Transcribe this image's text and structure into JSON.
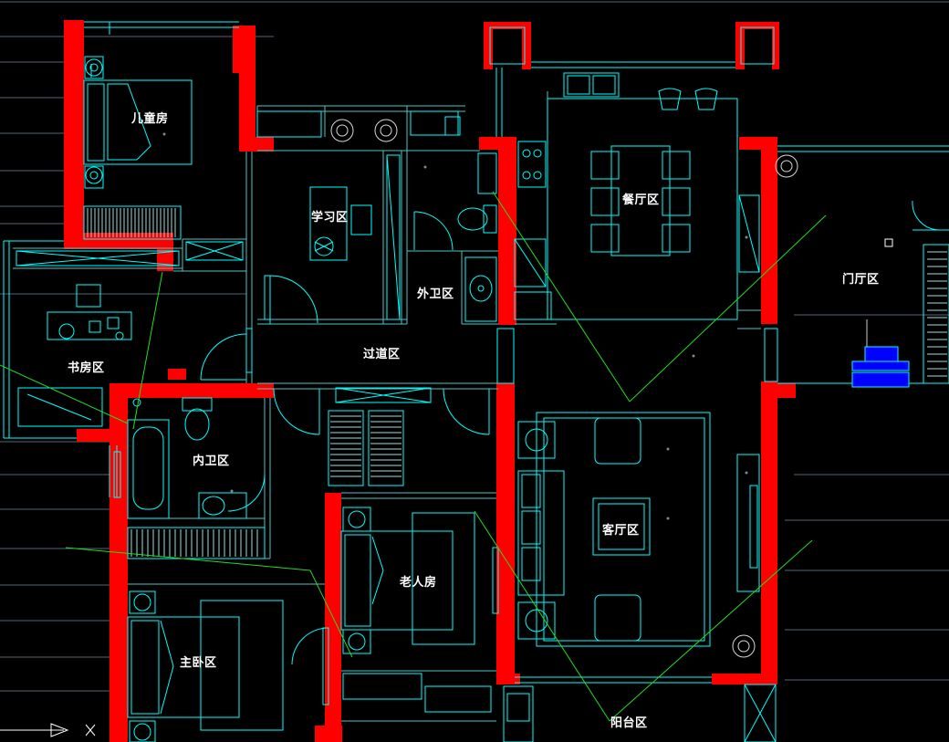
{
  "colors": {
    "background": "#000000",
    "wall": "#ff0000",
    "cyan": "#00ffff",
    "teal": "#5fd0d0",
    "grid": "#7a8a9a",
    "green": "#00ff00",
    "white": "#ffffff",
    "blue": "#0000ff"
  },
  "rooms": {
    "kids_room": "儿童房",
    "study": "学习区",
    "dining": "餐厅区",
    "foyer": "门厅区",
    "book_room": "书房区",
    "outer_bath": "外卫区",
    "corridor": "过道区",
    "inner_bath": "内卫区",
    "living": "客厅区",
    "elder_room": "老人房",
    "master_bedroom": "主卧区",
    "balcony": "阳台区"
  },
  "icons": {
    "ucs": "ucs-axis-icon",
    "tree": "potted-plant-icon"
  }
}
